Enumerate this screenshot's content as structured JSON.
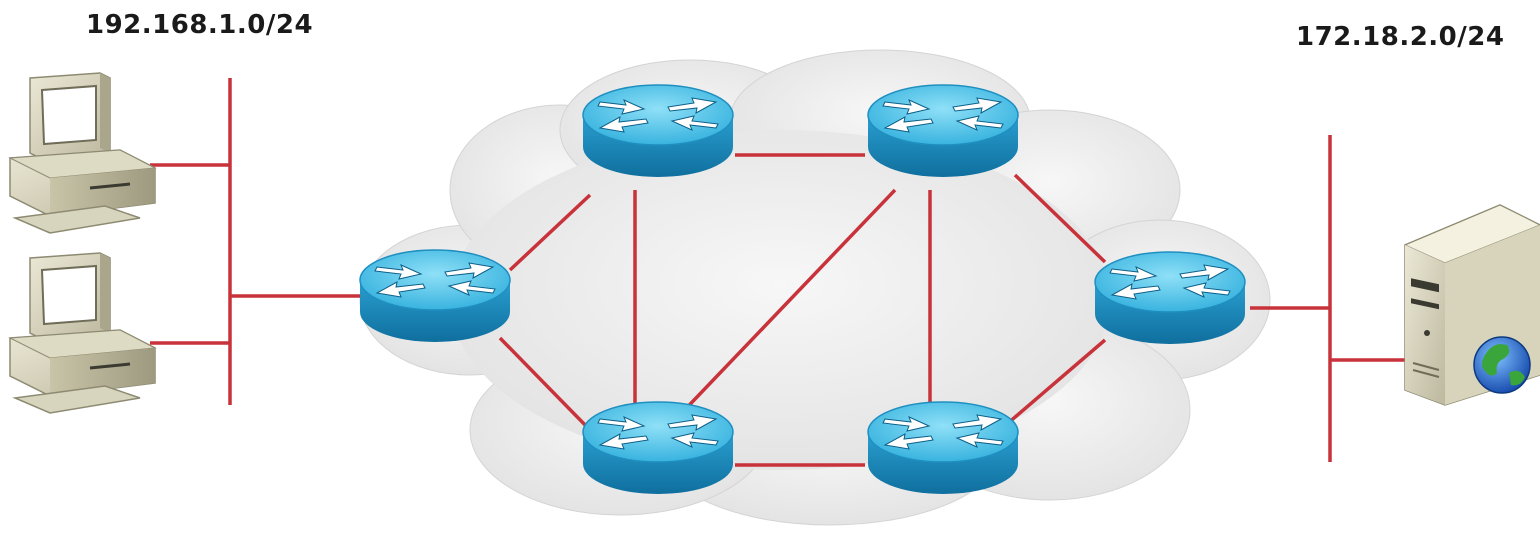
{
  "subnets": {
    "left": "192.168.1.0/24",
    "right": "172.18.2.0/24"
  },
  "colors": {
    "link": "#c8323a",
    "router_top": "#4fc3e8",
    "router_side": "#1a86b8",
    "cloud": "#eeeeee"
  },
  "devices": {
    "pcs": [
      "pc-1",
      "pc-2"
    ],
    "routers": [
      "router-edge-left",
      "router-top-left",
      "router-top-right",
      "router-edge-right",
      "router-bottom-left",
      "router-bottom-right"
    ],
    "server": "web-server"
  }
}
